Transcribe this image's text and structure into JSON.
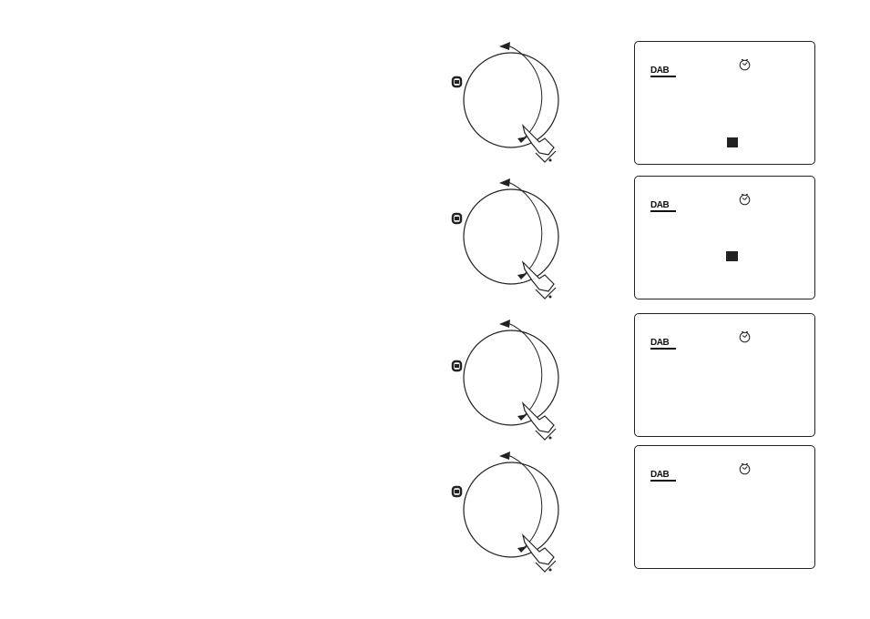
{
  "logo_text": "DAB",
  "icons": {
    "knob": "rotary-tuning-knob-icon",
    "hand": "pointing-hand-icon",
    "button": "select-button-icon",
    "clock": "clock-icon"
  },
  "colors": {
    "ink": "#222222",
    "background": "#ffffff"
  },
  "steps": [
    {
      "index": 1,
      "cursor": true
    },
    {
      "index": 2,
      "cursor": true
    },
    {
      "index": 3,
      "cursor": false
    },
    {
      "index": 4,
      "cursor": false
    }
  ]
}
